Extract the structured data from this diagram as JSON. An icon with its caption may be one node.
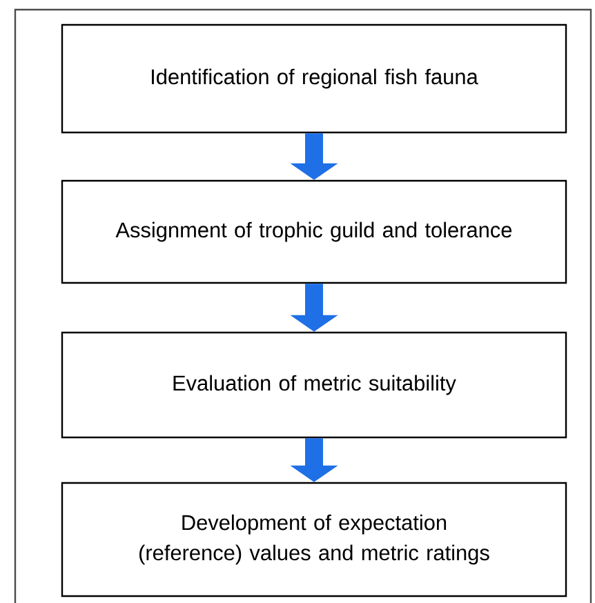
{
  "diagram": {
    "nodes": [
      {
        "text": [
          "Identification of regional fish fauna"
        ]
      },
      {
        "text": [
          "Assignment of trophic guild and tolerance"
        ]
      },
      {
        "text": [
          "Evaluation of metric suitability"
        ]
      },
      {
        "text": [
          "Development of expectation (reference) values and metric ratings"
        ]
      }
    ],
    "edges": [
      {
        "from": 0,
        "to": 1,
        "arrow": "to"
      },
      {
        "from": 1,
        "to": 2,
        "arrow": "to"
      },
      {
        "from": 2,
        "to": 3,
        "arrow": "to"
      }
    ]
  }
}
